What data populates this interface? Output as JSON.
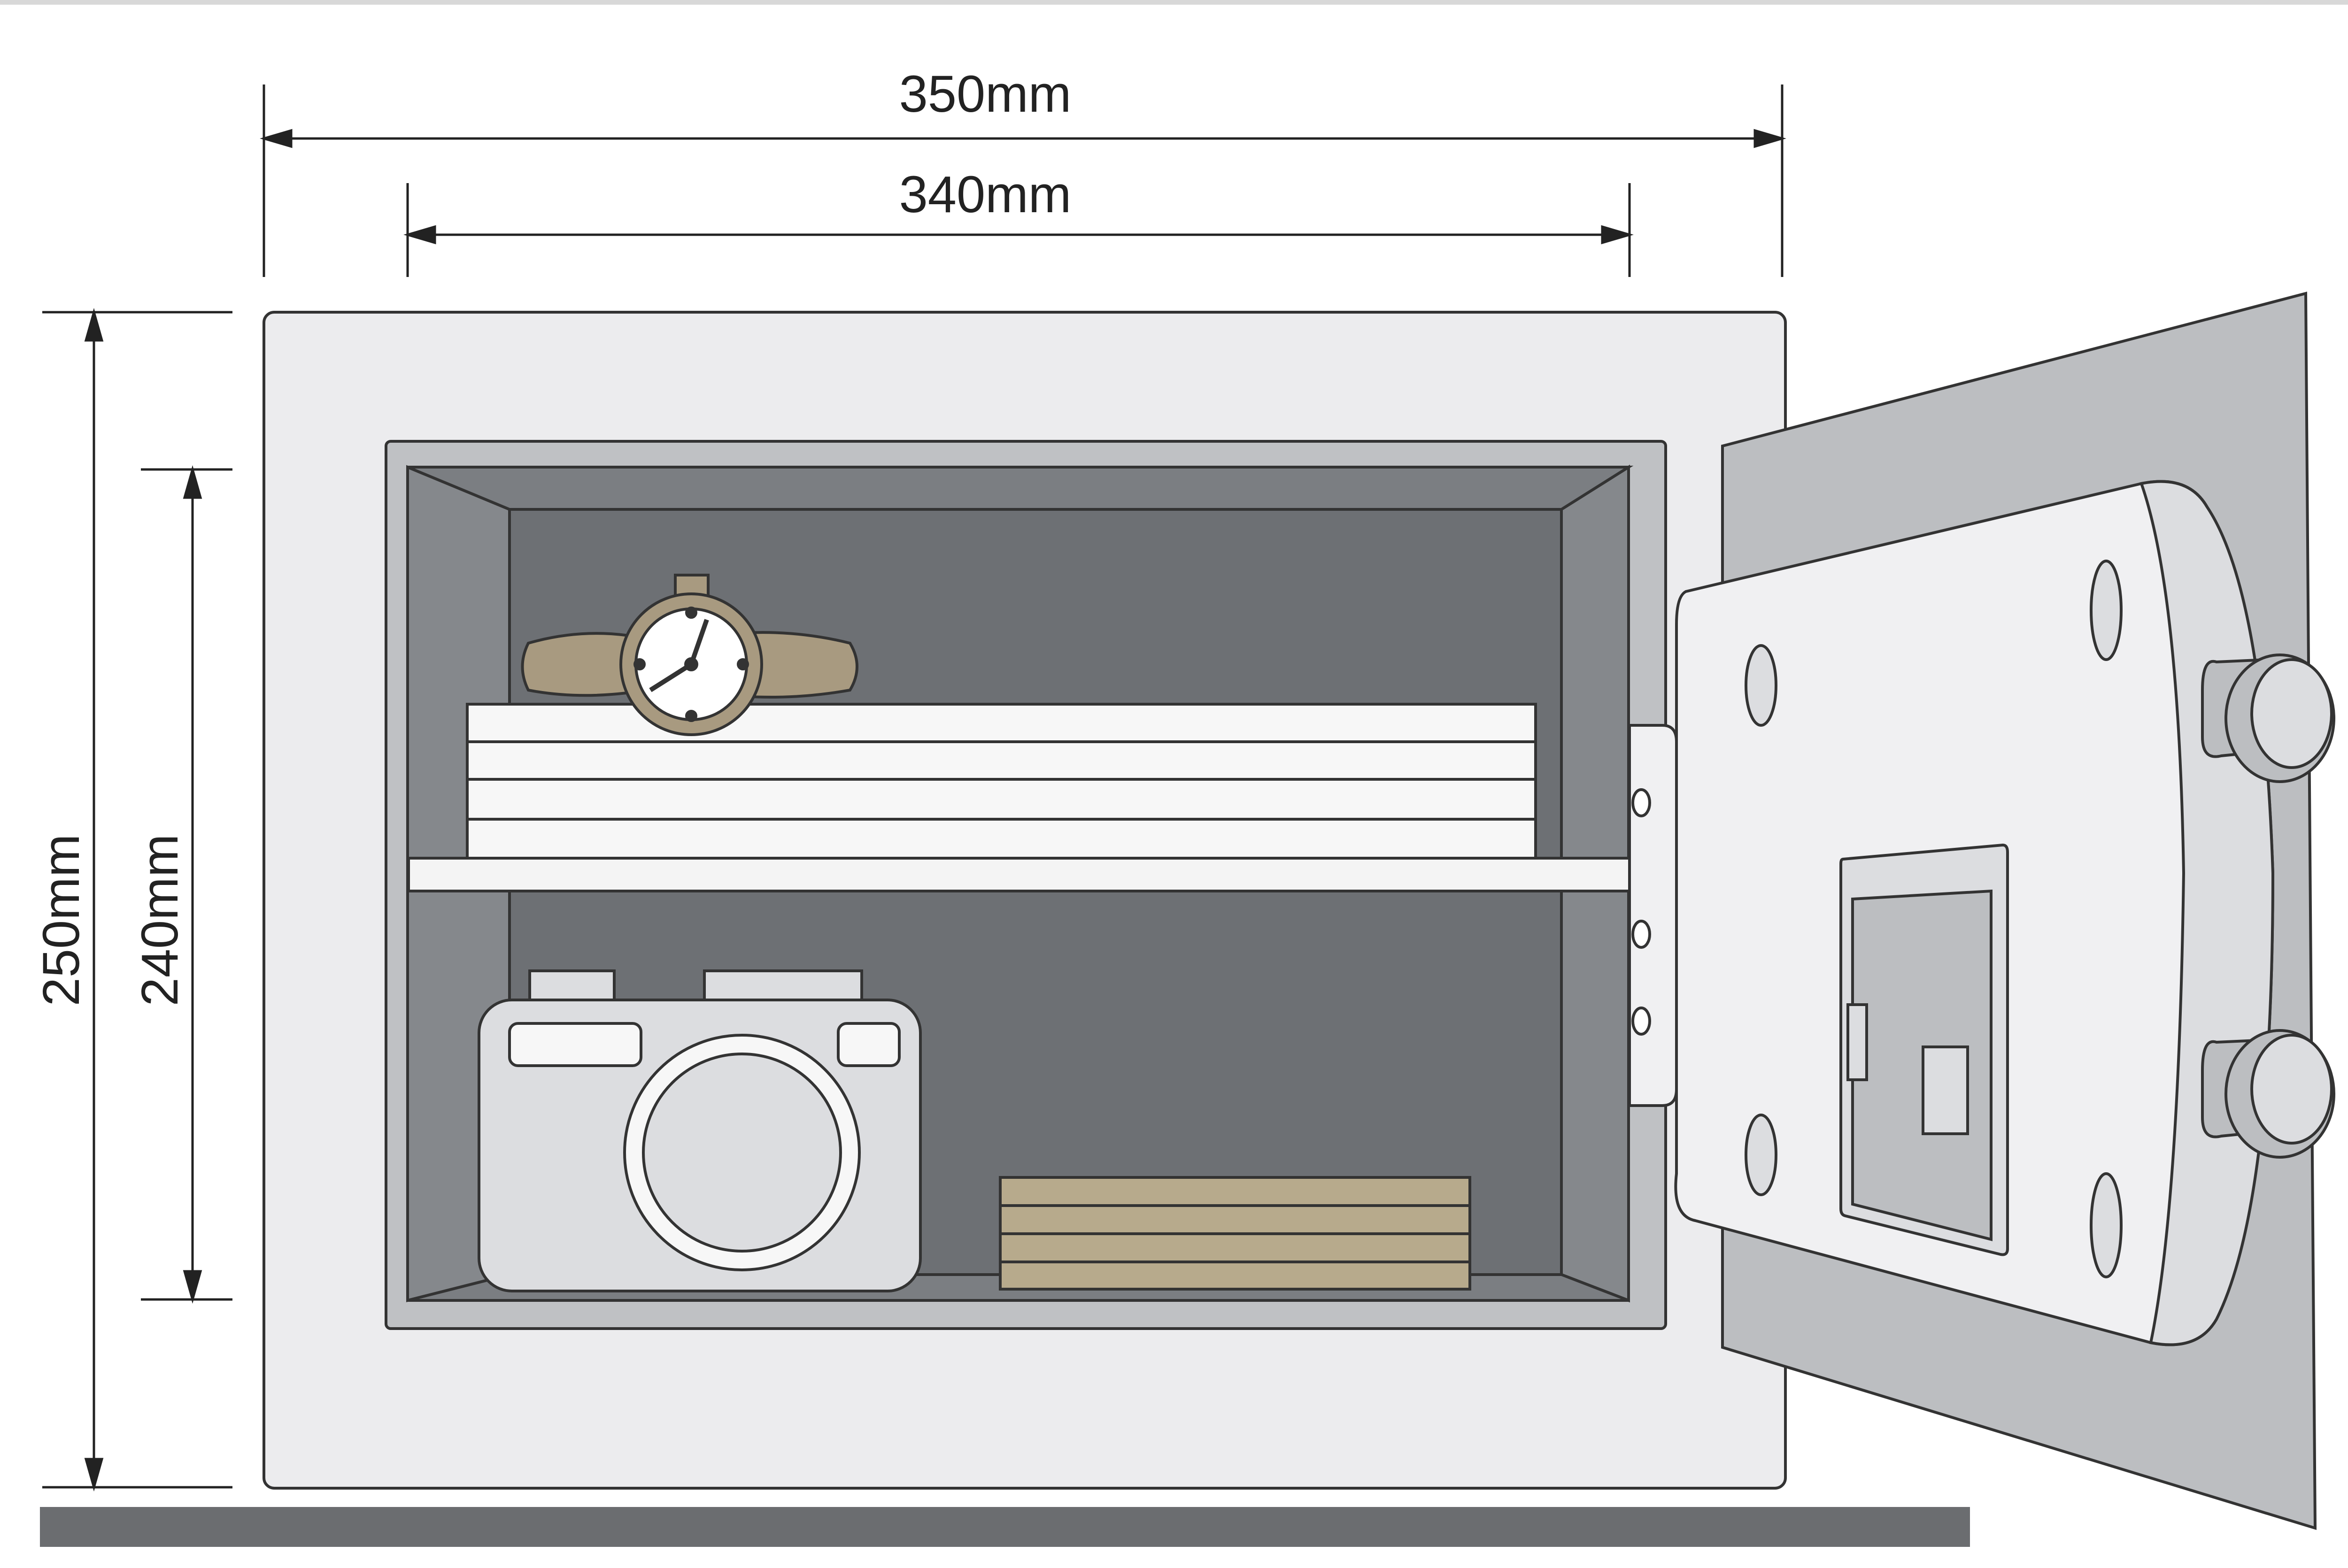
{
  "dimensions": {
    "outer_width": "350mm",
    "inner_width": "340mm",
    "outer_height": "250mm",
    "inner_height": "240mm"
  },
  "colors": {
    "outline": "#333333",
    "body": "#ececee",
    "door_plate": "#bcbec1",
    "interior": "#6d7074",
    "interior_side": "#85888c",
    "floor_strip": "#6b6d70",
    "books": "#f7f7f7",
    "watch_strap": "#a89a80",
    "money": "#b7aa8c",
    "camera": "#dcdde0"
  },
  "icons": [
    "watch-icon",
    "camera-icon",
    "document-stack-icon",
    "cash-stack-icon",
    "keypad-icon",
    "door-handle-icon",
    "hinge-icon"
  ]
}
